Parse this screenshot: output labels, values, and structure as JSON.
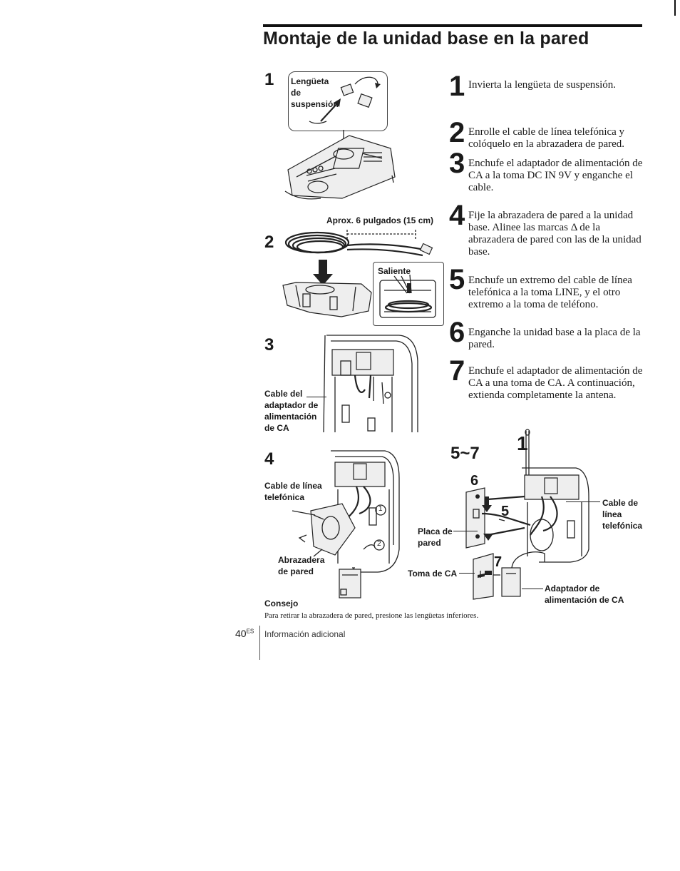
{
  "page": {
    "title": "Montaje de la unidad base en la pared",
    "page_number": "40",
    "page_number_suffix": "ES",
    "section": "Información adicional"
  },
  "figures": {
    "fig1": {
      "num": "1",
      "callout": "Lengüeta de suspensión"
    },
    "fig2": {
      "num": "2",
      "length_label": "Aprox. 6 pulgados (15 cm)",
      "inset_label": "Saliente"
    },
    "fig3": {
      "num": "3",
      "callout": "Cable del adaptador de alimentación de CA"
    },
    "fig4": {
      "num": "4",
      "callout_cable": "Cable de línea telefónica",
      "callout_bracket": "Abrazadera de pared",
      "marker_1": "1",
      "marker_2": "2"
    },
    "fig57": {
      "num": "5~7",
      "num_1": "1",
      "step6": "6",
      "step5": "5",
      "step7": "7",
      "cable_label": "Cable de línea telefónica",
      "plate_label": "Placa de pared",
      "outlet_label": "Toma de CA",
      "adapter_label": "Adaptador de alimentación de CA"
    }
  },
  "steps": [
    {
      "num": "1",
      "text": "Invierta la lengüeta de suspensión."
    },
    {
      "num": "2",
      "text": "Enrolle el cable de línea telefónica y colóquelo en la abrazadera de pared."
    },
    {
      "num": "3",
      "text": "Enchufe el adaptador de alimentación de CA a la toma DC IN 9V y enganche el cable."
    },
    {
      "num": "4",
      "text": "Fije la abrazadera de pared a la unidad base. Alinee las marcas Δ de la abrazadera de pared con las de la unidad base."
    },
    {
      "num": "5",
      "text": "Enchufe un extremo del cable de línea telefónica a la toma LINE, y el otro extremo a la toma de teléfono."
    },
    {
      "num": "6",
      "text": "Enganche la unidad base a la placa de la pared."
    },
    {
      "num": "7",
      "text": "Enchufe el adaptador de alimentación de CA a una toma de CA. A continuación, extienda completamente la antena."
    }
  ],
  "tip": {
    "title": "Consejo",
    "text": "Para retirar la abrazadera de pared, presione las lengüetas inferiores."
  }
}
